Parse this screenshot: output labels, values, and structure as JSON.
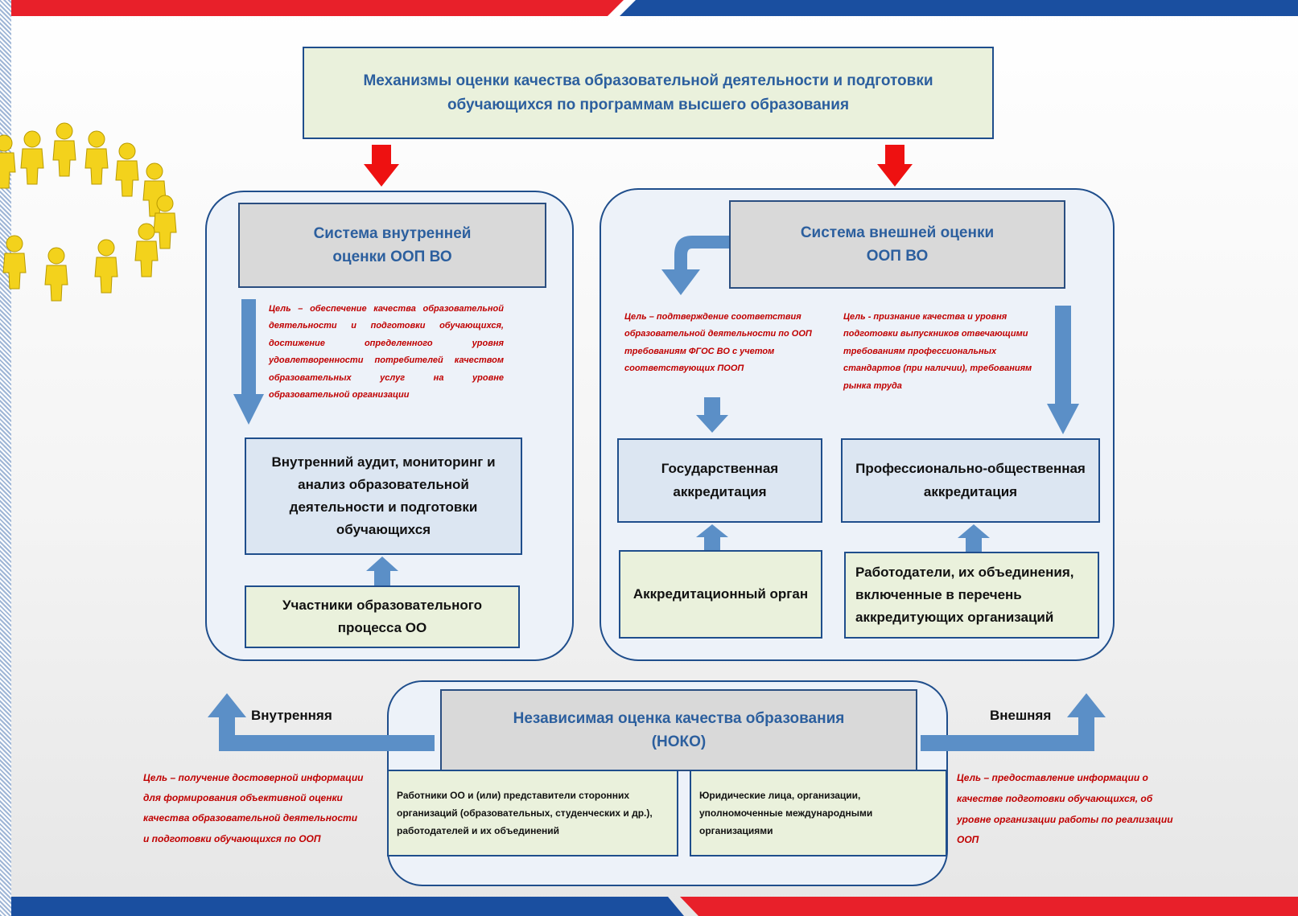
{
  "top": {
    "title": "Механизмы оценки качества образовательной деятельности и подготовки обучающихся по программам высшего образования"
  },
  "internal": {
    "header": "Система внутренней оценки ООП ВО",
    "goal": "Цель – обеспечение качества образовательной деятельности и подготовки обучающихся, достижение определенного уровня удовлетворенности потребителей качеством образовательных услуг на уровне образовательной организации",
    "audit": "Внутренний аудит, мониторинг и анализ образовательной деятельности и подготовки обучающихся",
    "participants": "Участники образовательного процесса ОО"
  },
  "external": {
    "header": "Система внешней оценки ООП ВО",
    "goal_left": "Цель – подтверждение соответствия образовательной деятельности по ООП требованиям ФГОС ВО с учетом соответствующих ПООП",
    "goal_right": "Цель - признание качества и уровня подготовки выпускников отвечающими требованиям профессиональных стандартов (при наличии), требованиям рынка труда",
    "state_accreditation": "Государственная аккредитация",
    "prof_accreditation": "Профессионально-общественная аккредитация",
    "accreditation_body": "Аккредитационный орган",
    "employers": "Работодатели, их объединения, включенные в перечень аккредитующих организаций"
  },
  "noko": {
    "title": "Независимая оценка качества образования (НОКО)",
    "left_box": "Работники ОО и (или) представители сторонних организаций (образовательных, студенческих и др.), работодателей и их объединений",
    "right_box": "Юридические лица, организации, уполномоченные международными организациями",
    "internal_label": "Внутренняя",
    "external_label": "Внешняя",
    "internal_goal": "Цель – получение достоверной информации для формирования объективной оценки качества образовательной деятельности и подготовки обучающихся по ООП",
    "external_goal": "Цель – предоставление информации о качестве подготовки обучающихся, об уровне организации работы по реализации ООП"
  },
  "colors": {
    "red_arrow": "#ee1111",
    "blue_arrow": "#5b8fc7",
    "frame_blue": "#1f4e8c",
    "accent_red": "#e8202a",
    "accent_blue": "#1a4fa0"
  }
}
